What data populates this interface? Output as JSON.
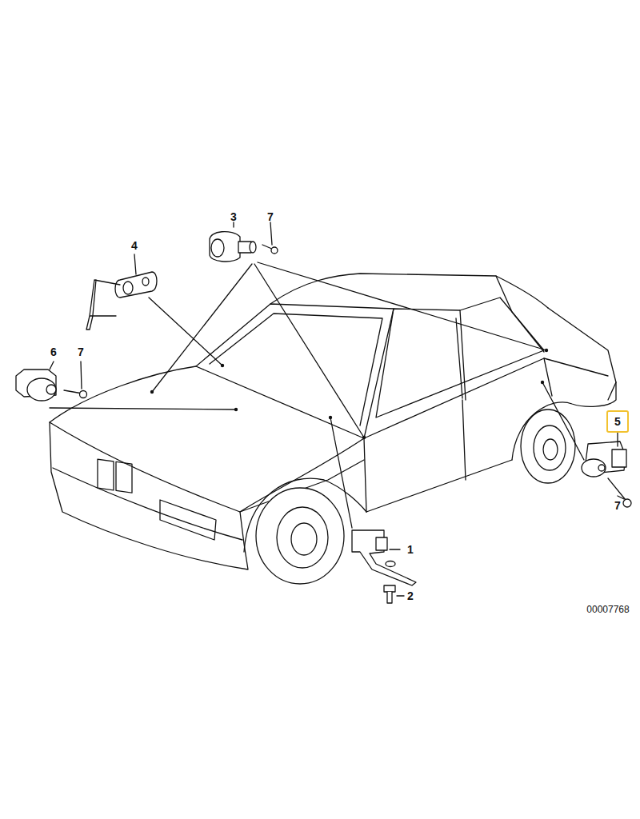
{
  "diagram": {
    "nodes": [
      {
        "text": [
          "5"
        ]
      }
    ],
    "edges": [],
    "labels": [
      "3",
      "7",
      "4",
      "6",
      "7",
      "7",
      "1",
      "2",
      "00007768"
    ]
  }
}
